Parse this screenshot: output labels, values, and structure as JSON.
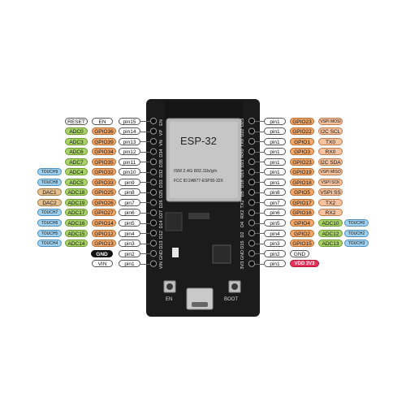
{
  "board": {
    "chip_title": "ESP-32",
    "chip_line1": "ISM 2.4G 802.11b/g/n",
    "chip_line2": "FCC ID:2AB77-ESP30-32X",
    "btn_en": "EN",
    "btn_boot": "BOOT",
    "left_silk": [
      "EN",
      "VP",
      "VN",
      "D34",
      "D35",
      "D32",
      "D33",
      "D25",
      "D26",
      "D27",
      "D14",
      "D12",
      "D13",
      "GND",
      "VIN"
    ],
    "right_silk": [
      "D23",
      "D22",
      "TX0",
      "RX0",
      "D21",
      "D19",
      "D18",
      "D5",
      "TX2",
      "RX2",
      "D4",
      "D2",
      "D15",
      "GND",
      "3V3"
    ]
  },
  "left_rows": [
    {
      "pin": "pin15",
      "gpio": "EN",
      "adc": "RESET",
      "touch": ""
    },
    {
      "pin": "pin14",
      "gpio": "GPIO36",
      "adc": "ADC0",
      "touch": ""
    },
    {
      "pin": "pin13",
      "gpio": "GPIO39",
      "adc": "ADC3",
      "touch": ""
    },
    {
      "pin": "pin12",
      "gpio": "GPIO34",
      "adc": "ADC6",
      "touch": ""
    },
    {
      "pin": "pin11",
      "gpio": "GPIO35",
      "adc": "ADC7",
      "touch": ""
    },
    {
      "pin": "pin10",
      "gpio": "GPIO32",
      "adc": "ADC4",
      "touch": "TOUCH9"
    },
    {
      "pin": "pin9",
      "gpio": "GPIO33",
      "adc": "ADC5",
      "touch": "TOUCH8"
    },
    {
      "pin": "pin8",
      "gpio": "GPIO25",
      "adc": "ADC18",
      "touch": "DAC1"
    },
    {
      "pin": "pin7",
      "gpio": "GPIO26",
      "adc": "ADC19",
      "touch": "DAC2"
    },
    {
      "pin": "pin6",
      "gpio": "GPIO27",
      "adc": "ADC17",
      "touch": "TOUCH7"
    },
    {
      "pin": "pin5",
      "gpio": "GPIO14",
      "adc": "ADC16",
      "touch": "TOUCH6"
    },
    {
      "pin": "pin4",
      "gpio": "GPIO12",
      "adc": "ADC15",
      "touch": "TOUCH5"
    },
    {
      "pin": "pin3",
      "gpio": "GPIO13",
      "adc": "ADC14",
      "touch": "TOUCH4"
    },
    {
      "pin": "pin2",
      "gpio": "GND",
      "adc": "",
      "touch": ""
    },
    {
      "pin": "pin1",
      "gpio": "VIN",
      "adc": "",
      "touch": ""
    }
  ],
  "right_rows": [
    {
      "pin": "pin1",
      "gpio": "GPIO23",
      "func": "VSPI MOSI",
      "touch": ""
    },
    {
      "pin": "pin1",
      "gpio": "GPIO22",
      "func": "I2C SCL",
      "touch": ""
    },
    {
      "pin": "pin1",
      "gpio": "GPIO1",
      "func": "TX0",
      "touch": ""
    },
    {
      "pin": "pin1",
      "gpio": "GPIO3",
      "func": "RX0",
      "touch": ""
    },
    {
      "pin": "pin1",
      "gpio": "GPIO23",
      "func": "I2C SDA",
      "touch": ""
    },
    {
      "pin": "pin1",
      "gpio": "GPIO19",
      "func": "VSPI MISO",
      "touch": ""
    },
    {
      "pin": "pin1",
      "gpio": "GPIO18",
      "func": "VSPI SCK",
      "touch": ""
    },
    {
      "pin": "pin8",
      "gpio": "GPIO5",
      "func": "VSPI SS",
      "touch": ""
    },
    {
      "pin": "pin7",
      "gpio": "GPIO17",
      "func": "TX2",
      "touch": ""
    },
    {
      "pin": "pin6",
      "gpio": "GPIO16",
      "func": "RX2",
      "touch": ""
    },
    {
      "pin": "pin5",
      "gpio": "GPIO4",
      "func": "ADC10",
      "touch": "TOUCH0"
    },
    {
      "pin": "pin4",
      "gpio": "GPIO2",
      "func": "ADC12",
      "touch": "TOUCH2"
    },
    {
      "pin": "pin3",
      "gpio": "GPIO15",
      "func": "ADC13",
      "touch": "TOUCH3"
    },
    {
      "pin": "pin2",
      "gpio": "GND",
      "func": "",
      "touch": ""
    },
    {
      "pin": "pin1",
      "gpio": "VDD 3V3",
      "func": "",
      "touch": ""
    }
  ],
  "colors": {
    "board": "#1b1b1b",
    "module": "#b9b9b9",
    "gpio": "#f4a96a",
    "adc": "#a9d36a",
    "touch": "#9fd1ef",
    "vdd": "#e8315a"
  }
}
